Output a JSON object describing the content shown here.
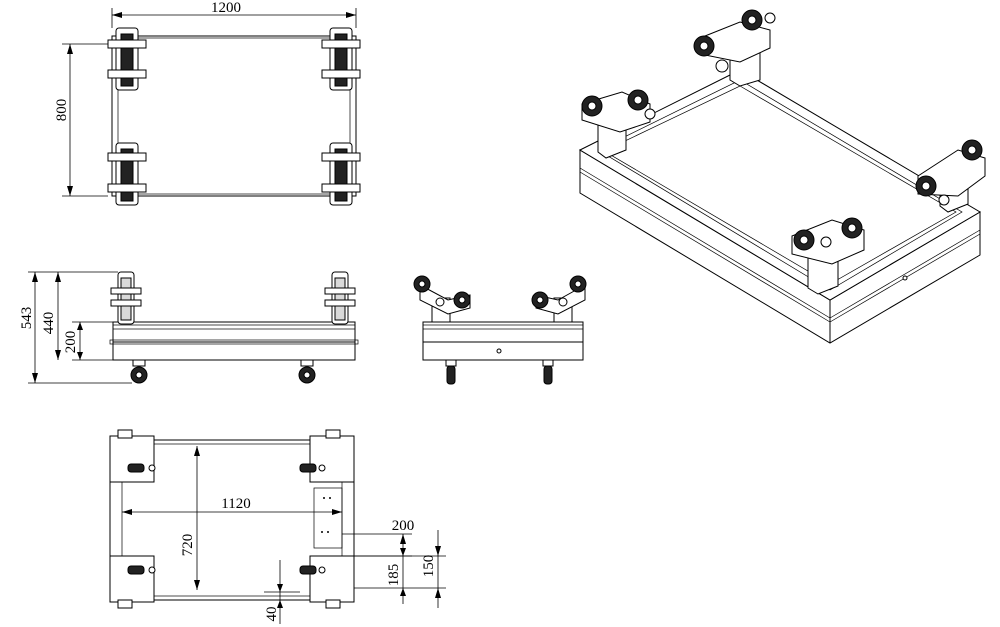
{
  "top_view": {
    "width_label": "1200",
    "depth_label": "800"
  },
  "front_view": {
    "total_height_label": "543",
    "roller_height_label": "440",
    "base_height_label": "200"
  },
  "bottom_view": {
    "inner_width_label": "1120",
    "inner_depth_label": "720",
    "offset_label": "200",
    "caster_pitch_label": "185",
    "caster_offset_label": "150",
    "edge_margin_label": "40"
  }
}
